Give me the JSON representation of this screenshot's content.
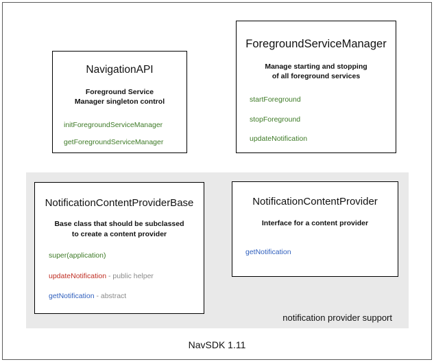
{
  "diagram": {
    "footer_caption": "NavSDK 1.11",
    "group_panel": {
      "label": "notification provider support"
    },
    "cards": [
      {
        "key": "navigation-api",
        "title": "NavigationAPI",
        "description_lines": [
          "Foreground Service",
          "Manager singleton control"
        ],
        "members": [
          {
            "name": "initForegroundServiceManager",
            "color": "green",
            "note": ""
          },
          {
            "name": "getForegroundServiceManager",
            "color": "green",
            "note": ""
          }
        ]
      },
      {
        "key": "foreground-service-manager",
        "title": "ForegroundServiceManager",
        "description_lines": [
          "Manage starting and stopping",
          "of all foreground services"
        ],
        "members": [
          {
            "name": "startForeground",
            "color": "green",
            "note": ""
          },
          {
            "name": "stopForeground",
            "color": "green",
            "note": ""
          },
          {
            "name": "updateNotification",
            "color": "green",
            "note": ""
          }
        ]
      },
      {
        "key": "notification-content-provider-base",
        "title": "NotificationContentProviderBase",
        "description_lines": [
          "Base class that should be subclassed",
          "to create a content provider"
        ],
        "members": [
          {
            "name": "super(application)",
            "color": "green",
            "note": ""
          },
          {
            "name": "updateNotification",
            "color": "red",
            "note": " - public helper"
          },
          {
            "name": "getNotification",
            "color": "blue",
            "note": " - abstract"
          }
        ]
      },
      {
        "key": "notification-content-provider",
        "title": "NotificationContentProvider",
        "description_lines": [
          "Interface for a content provider"
        ],
        "members": [
          {
            "name": "getNotification",
            "color": "blue",
            "note": ""
          }
        ]
      }
    ],
    "colors": {
      "member_green": "#3d7a26",
      "member_red": "#bf2d22",
      "member_blue": "#2f5fbd",
      "member_note_gray": "#8a8a8a",
      "panel_background": "#e9e9e9",
      "card_border": "#000000",
      "canvas_background": "#ffffff"
    }
  }
}
